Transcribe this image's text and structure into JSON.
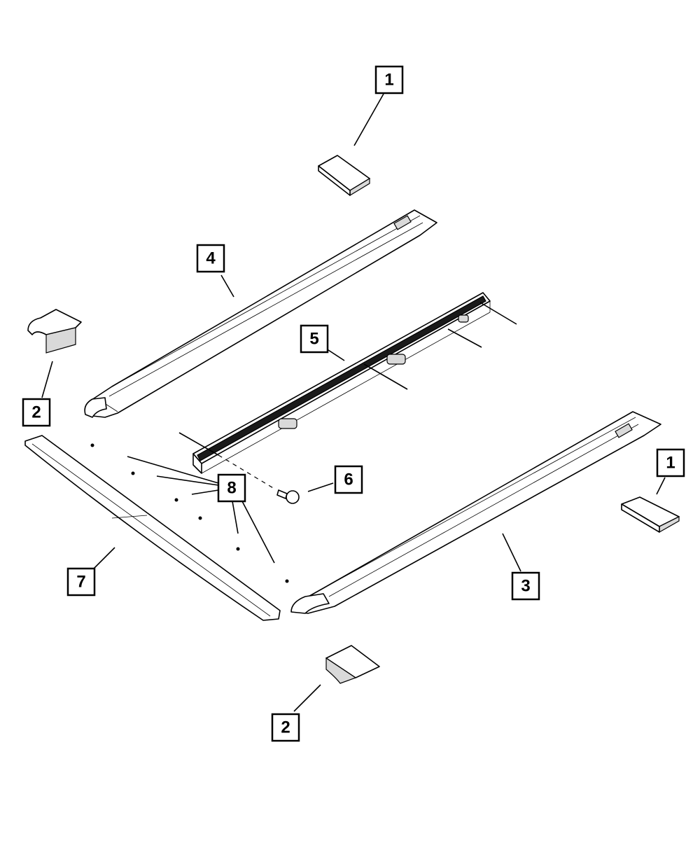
{
  "callouts": [
    {
      "id": "c1a",
      "label": "1"
    },
    {
      "id": "c1b",
      "label": "1"
    },
    {
      "id": "c2a",
      "label": "2"
    },
    {
      "id": "c2b",
      "label": "2"
    },
    {
      "id": "c3",
      "label": "3"
    },
    {
      "id": "c4",
      "label": "4"
    },
    {
      "id": "c5",
      "label": "5"
    },
    {
      "id": "c6",
      "label": "6"
    },
    {
      "id": "c7",
      "label": "7"
    },
    {
      "id": "c8",
      "label": "8"
    }
  ],
  "colors": {
    "line": "#000000",
    "background": "#ffffff",
    "shade": "#d9d9d9"
  }
}
